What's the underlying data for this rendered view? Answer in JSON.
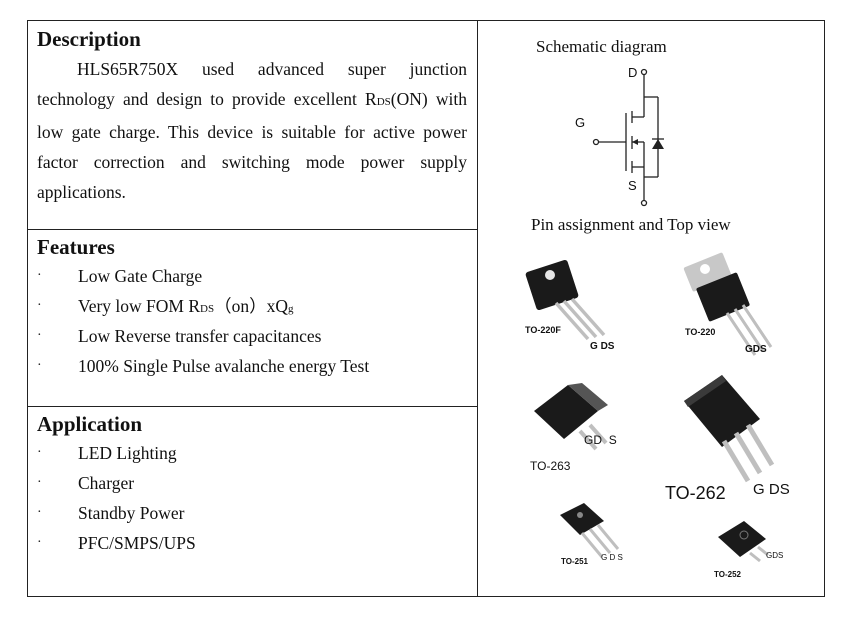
{
  "description": {
    "heading": "Description",
    "text": "HLS65R750X used advanced super junction technology and design to provide excellent R",
    "rds_sub": "DS",
    "text2": "(ON) with low gate charge. This device is suitable for active power factor correction and switching mode power supply applications."
  },
  "features": {
    "heading": "Features",
    "bullet": "·",
    "items": [
      "Low Gate Charge",
      "Very low FOM R",
      "Low Reverse transfer capacitances",
      "100% Single Pulse avalanche energy Test"
    ],
    "fom_sub": "DS",
    "fom_tail": "（on）xQ",
    "fom_sub2": "g"
  },
  "application": {
    "heading": "Application",
    "items": [
      "LED Lighting",
      "Charger",
      "Standby Power",
      "PFC/SMPS/UPS"
    ]
  },
  "schematic": {
    "title": "Schematic diagram",
    "drain": "D",
    "gate": "G",
    "source": "S"
  },
  "pins": {
    "title": "Pin assignment and Top view",
    "g": "G",
    "d": "D",
    "s": "S",
    "packages": [
      "TO-220F",
      "TO-220",
      "TO-263",
      "TO-262",
      "TO-251",
      "TO-252"
    ]
  },
  "colors": {
    "border": "#222222",
    "package_body": "#1a1a1a",
    "lead": "#bfbfbf"
  }
}
